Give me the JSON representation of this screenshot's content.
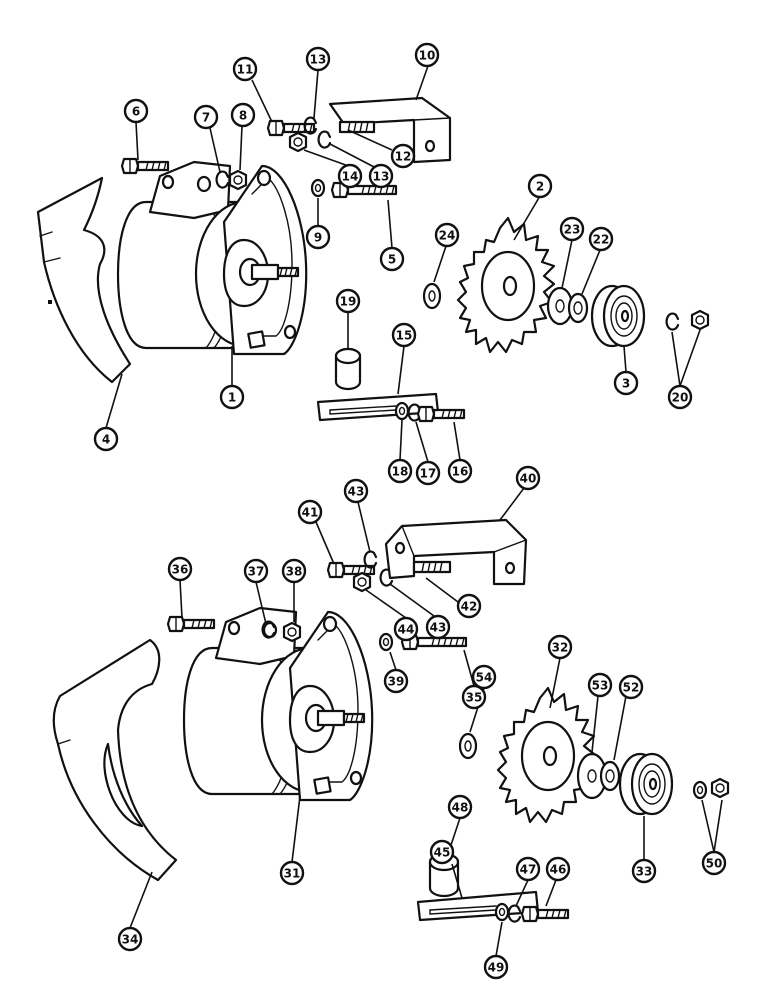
{
  "callouts": [
    {
      "id": "1",
      "label": "1"
    },
    {
      "id": "2",
      "label": "2"
    },
    {
      "id": "3",
      "label": "3"
    },
    {
      "id": "4",
      "label": "4"
    },
    {
      "id": "5",
      "label": "5"
    },
    {
      "id": "6",
      "label": "6"
    },
    {
      "id": "7",
      "label": "7"
    },
    {
      "id": "8",
      "label": "8"
    },
    {
      "id": "9",
      "label": "9"
    },
    {
      "id": "10",
      "label": "10"
    },
    {
      "id": "11",
      "label": "11"
    },
    {
      "id": "12",
      "label": "12"
    },
    {
      "id": "13a",
      "label": "13"
    },
    {
      "id": "13b",
      "label": "13"
    },
    {
      "id": "14",
      "label": "14"
    },
    {
      "id": "15",
      "label": "15"
    },
    {
      "id": "16",
      "label": "16"
    },
    {
      "id": "17",
      "label": "17"
    },
    {
      "id": "18",
      "label": "18"
    },
    {
      "id": "19",
      "label": "19"
    },
    {
      "id": "20",
      "label": "20"
    },
    {
      "id": "22",
      "label": "22"
    },
    {
      "id": "23",
      "label": "23"
    },
    {
      "id": "24",
      "label": "24"
    },
    {
      "id": "31",
      "label": "31"
    },
    {
      "id": "32",
      "label": "32"
    },
    {
      "id": "33",
      "label": "33"
    },
    {
      "id": "34",
      "label": "34"
    },
    {
      "id": "35",
      "label": "35"
    },
    {
      "id": "36",
      "label": "36"
    },
    {
      "id": "37",
      "label": "37"
    },
    {
      "id": "38",
      "label": "38"
    },
    {
      "id": "39",
      "label": "39"
    },
    {
      "id": "40",
      "label": "40"
    },
    {
      "id": "41",
      "label": "41"
    },
    {
      "id": "42",
      "label": "42"
    },
    {
      "id": "43a",
      "label": "43"
    },
    {
      "id": "43b",
      "label": "43"
    },
    {
      "id": "44",
      "label": "44"
    },
    {
      "id": "45",
      "label": "45"
    },
    {
      "id": "46",
      "label": "46"
    },
    {
      "id": "47",
      "label": "47"
    },
    {
      "id": "48",
      "label": "48"
    },
    {
      "id": "49",
      "label": "49"
    },
    {
      "id": "50",
      "label": "50"
    },
    {
      "id": "52",
      "label": "52"
    },
    {
      "id": "53",
      "label": "53"
    },
    {
      "id": "54",
      "label": "54"
    }
  ]
}
